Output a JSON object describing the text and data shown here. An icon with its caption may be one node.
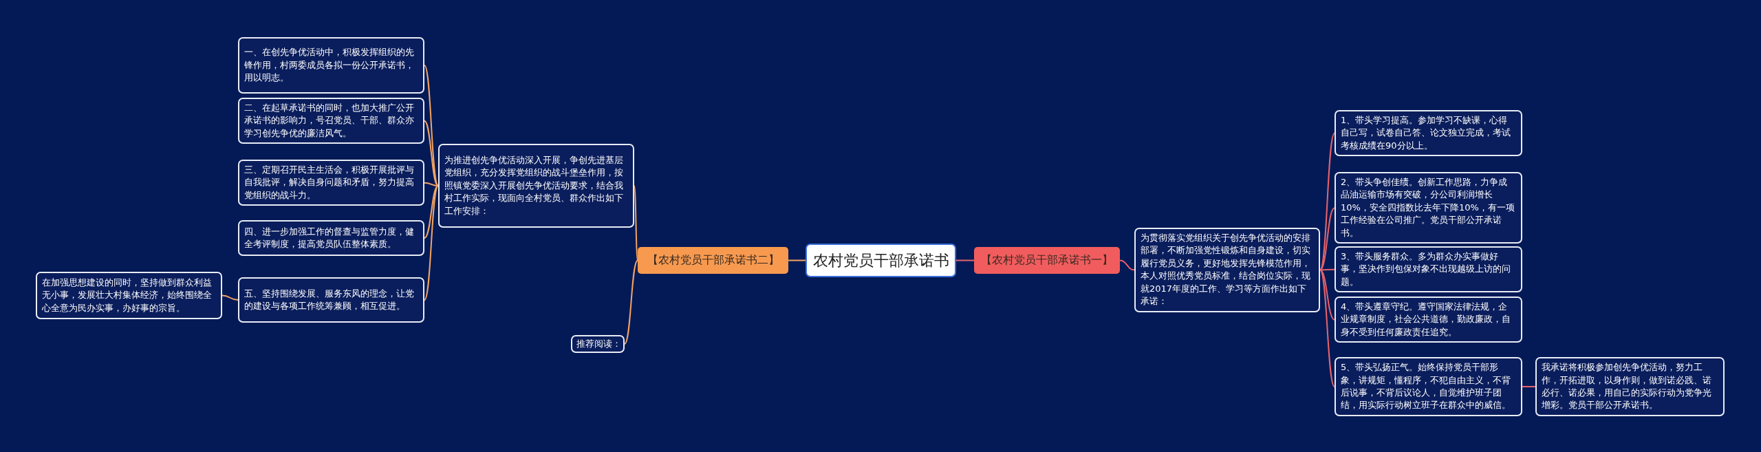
{
  "diagram": {
    "nodes": [
      {
        "text": [
          "农村党员干部承诺书"
        ]
      },
      {
        "text": [
          "【农村党员干部承诺书一】"
        ]
      },
      {
        "text": [
          "为贯彻落实党组织关于创先争优活动的安排部署，不断加强党性锻炼和自身建设，切实履行党员义务，更好地发挥先锋模范作用，本人对照优秀党员标准，结合岗位实际，现就2017年度的工作、学习等方面作出如下承诺："
        ]
      },
      {
        "text": [
          "1、带头学习提高。参加学习不缺课，心得自己写，试卷自己答、论文独立完成，考试考核成绩在90分以上。"
        ]
      },
      {
        "text": [
          "2、带头争创佳绩。创新工作思路，力争成品油运输市场有突破，分公司利润增长10%，安全四指数比去年下降10%，有一项工作经验在公司推广。党员干部公开承诺书。"
        ]
      },
      {
        "text": [
          "3、带头服务群众。多为群众办实事做好事，坚决作到包保对象不出现越级上访的问题。"
        ]
      },
      {
        "text": [
          "4、带头遵章守纪。遵守国家法律法规，企业规章制度，社会公共道德，勤政廉政，自身不受到任何廉政责任追究。"
        ]
      },
      {
        "text": [
          "5、带头弘扬正气。始终保持党员干部形象，讲规矩，懂程序，不犯自由主义，不背后说事，不背后议论人，自觉维护班子团结，用实际行动树立班子在群众中的威信。"
        ]
      },
      {
        "text": [
          "我承诺将积极参加创先争优活动，努力工作，开拓进取，以身作则，做到诺必践、诺必行、诺必果，用自己的实际行动为党争光增彩。党员干部公开承诺书。"
        ]
      },
      {
        "text": [
          "【农村党员干部承诺书二】"
        ]
      },
      {
        "text": [
          "为推进创先争优活动深入开展，争创先进基层党组织，充分发挥党组织的战斗堡垒作用，按照镇党委深入开展创先争优活动要求，结合我村工作实际，现面向全村党员、群众作出如下工作安排："
        ]
      },
      {
        "text": [
          "一、在创先争优活动中，积极发挥组织的先锋作用，村两委成员各拟一份公开承诺书，用以明志。"
        ]
      },
      {
        "text": [
          "二、在起草承诺书的同时，也加大推广公开承诺书的影响力，号召党员、干部、群众亦学习创先争优的廉洁风气。"
        ]
      },
      {
        "text": [
          "三、定期召开民主生活会，积极开展批评与自我批评，解决自身问题和矛盾，努力提高党组织的战斗力。"
        ]
      },
      {
        "text": [
          "四、进一步加强工作的督查与监管力度，健全考评制度，提高党员队伍整体素质。"
        ]
      },
      {
        "text": [
          "五、坚持围绕发展、服务东风的理念，让党的建设与各项工作统筹兼顾，相互促进。"
        ]
      },
      {
        "text": [
          "在加强思想建设的同时，坚持做到群众利益无小事，发展壮大村集体经济，始终围绕全心全意为民办实事，办好事的宗旨。"
        ]
      },
      {
        "text": [
          "推荐阅读："
        ]
      }
    ],
    "edges": [
      {
        "from": 0,
        "to": 1,
        "arrow": "none",
        "color": "#e8636c"
      },
      {
        "from": 1,
        "to": 2,
        "arrow": "none",
        "color": "#e8636c"
      },
      {
        "from": 2,
        "to": 3,
        "arrow": "none",
        "color": "#e8636c"
      },
      {
        "from": 2,
        "to": 4,
        "arrow": "none",
        "color": "#e8636c"
      },
      {
        "from": 2,
        "to": 5,
        "arrow": "none",
        "color": "#e8636c"
      },
      {
        "from": 2,
        "to": 6,
        "arrow": "none",
        "color": "#e8636c"
      },
      {
        "from": 2,
        "to": 7,
        "arrow": "none",
        "color": "#e8636c"
      },
      {
        "from": 7,
        "to": 8,
        "arrow": "none",
        "color": "#e8636c"
      },
      {
        "from": 0,
        "to": 9,
        "arrow": "none"
      },
      {
        "from": 9,
        "to": 10,
        "arrow": "none"
      },
      {
        "from": 9,
        "to": 17,
        "arrow": "none"
      },
      {
        "from": 10,
        "to": 11,
        "arrow": "none"
      },
      {
        "from": 10,
        "to": 12,
        "arrow": "none"
      },
      {
        "from": 10,
        "to": 13,
        "arrow": "none"
      },
      {
        "from": 10,
        "to": 14,
        "arrow": "none"
      },
      {
        "from": 10,
        "to": 15,
        "arrow": "none"
      },
      {
        "from": 15,
        "to": 16,
        "arrow": "none"
      }
    ]
  }
}
